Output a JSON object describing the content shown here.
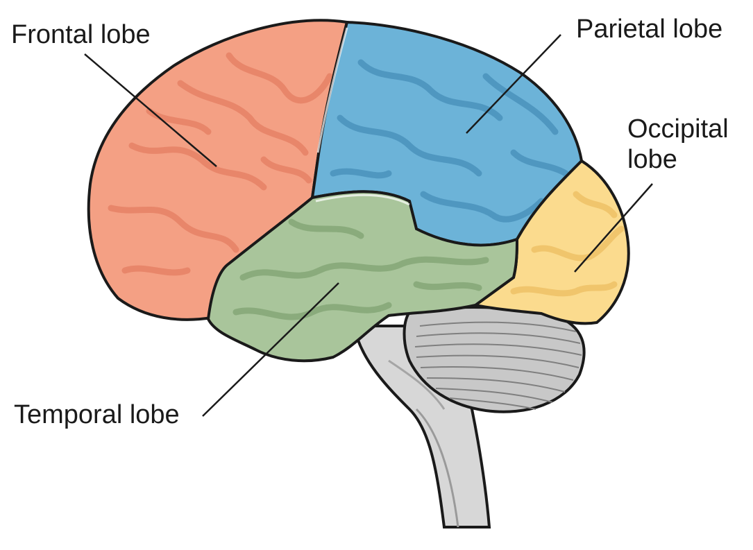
{
  "labels": {
    "frontal": "Frontal lobe",
    "parietal": "Parietal lobe",
    "occipital_line1": "Occipital",
    "occipital_line2": "lobe",
    "temporal": "Temporal lobe"
  },
  "colors": {
    "frontal": "#f4a084",
    "frontal_fold": "#e8866a",
    "parietal": "#6cb3d8",
    "parietal_fold": "#4f97c0",
    "occipital": "#fbdb8e",
    "occipital_fold": "#f0c56c",
    "temporal": "#a9c59b",
    "temporal_fold": "#8aab7c",
    "cerebellum": "#c8c8c8",
    "brainstem": "#d7d7d7",
    "outline": "#1a1a1a"
  }
}
